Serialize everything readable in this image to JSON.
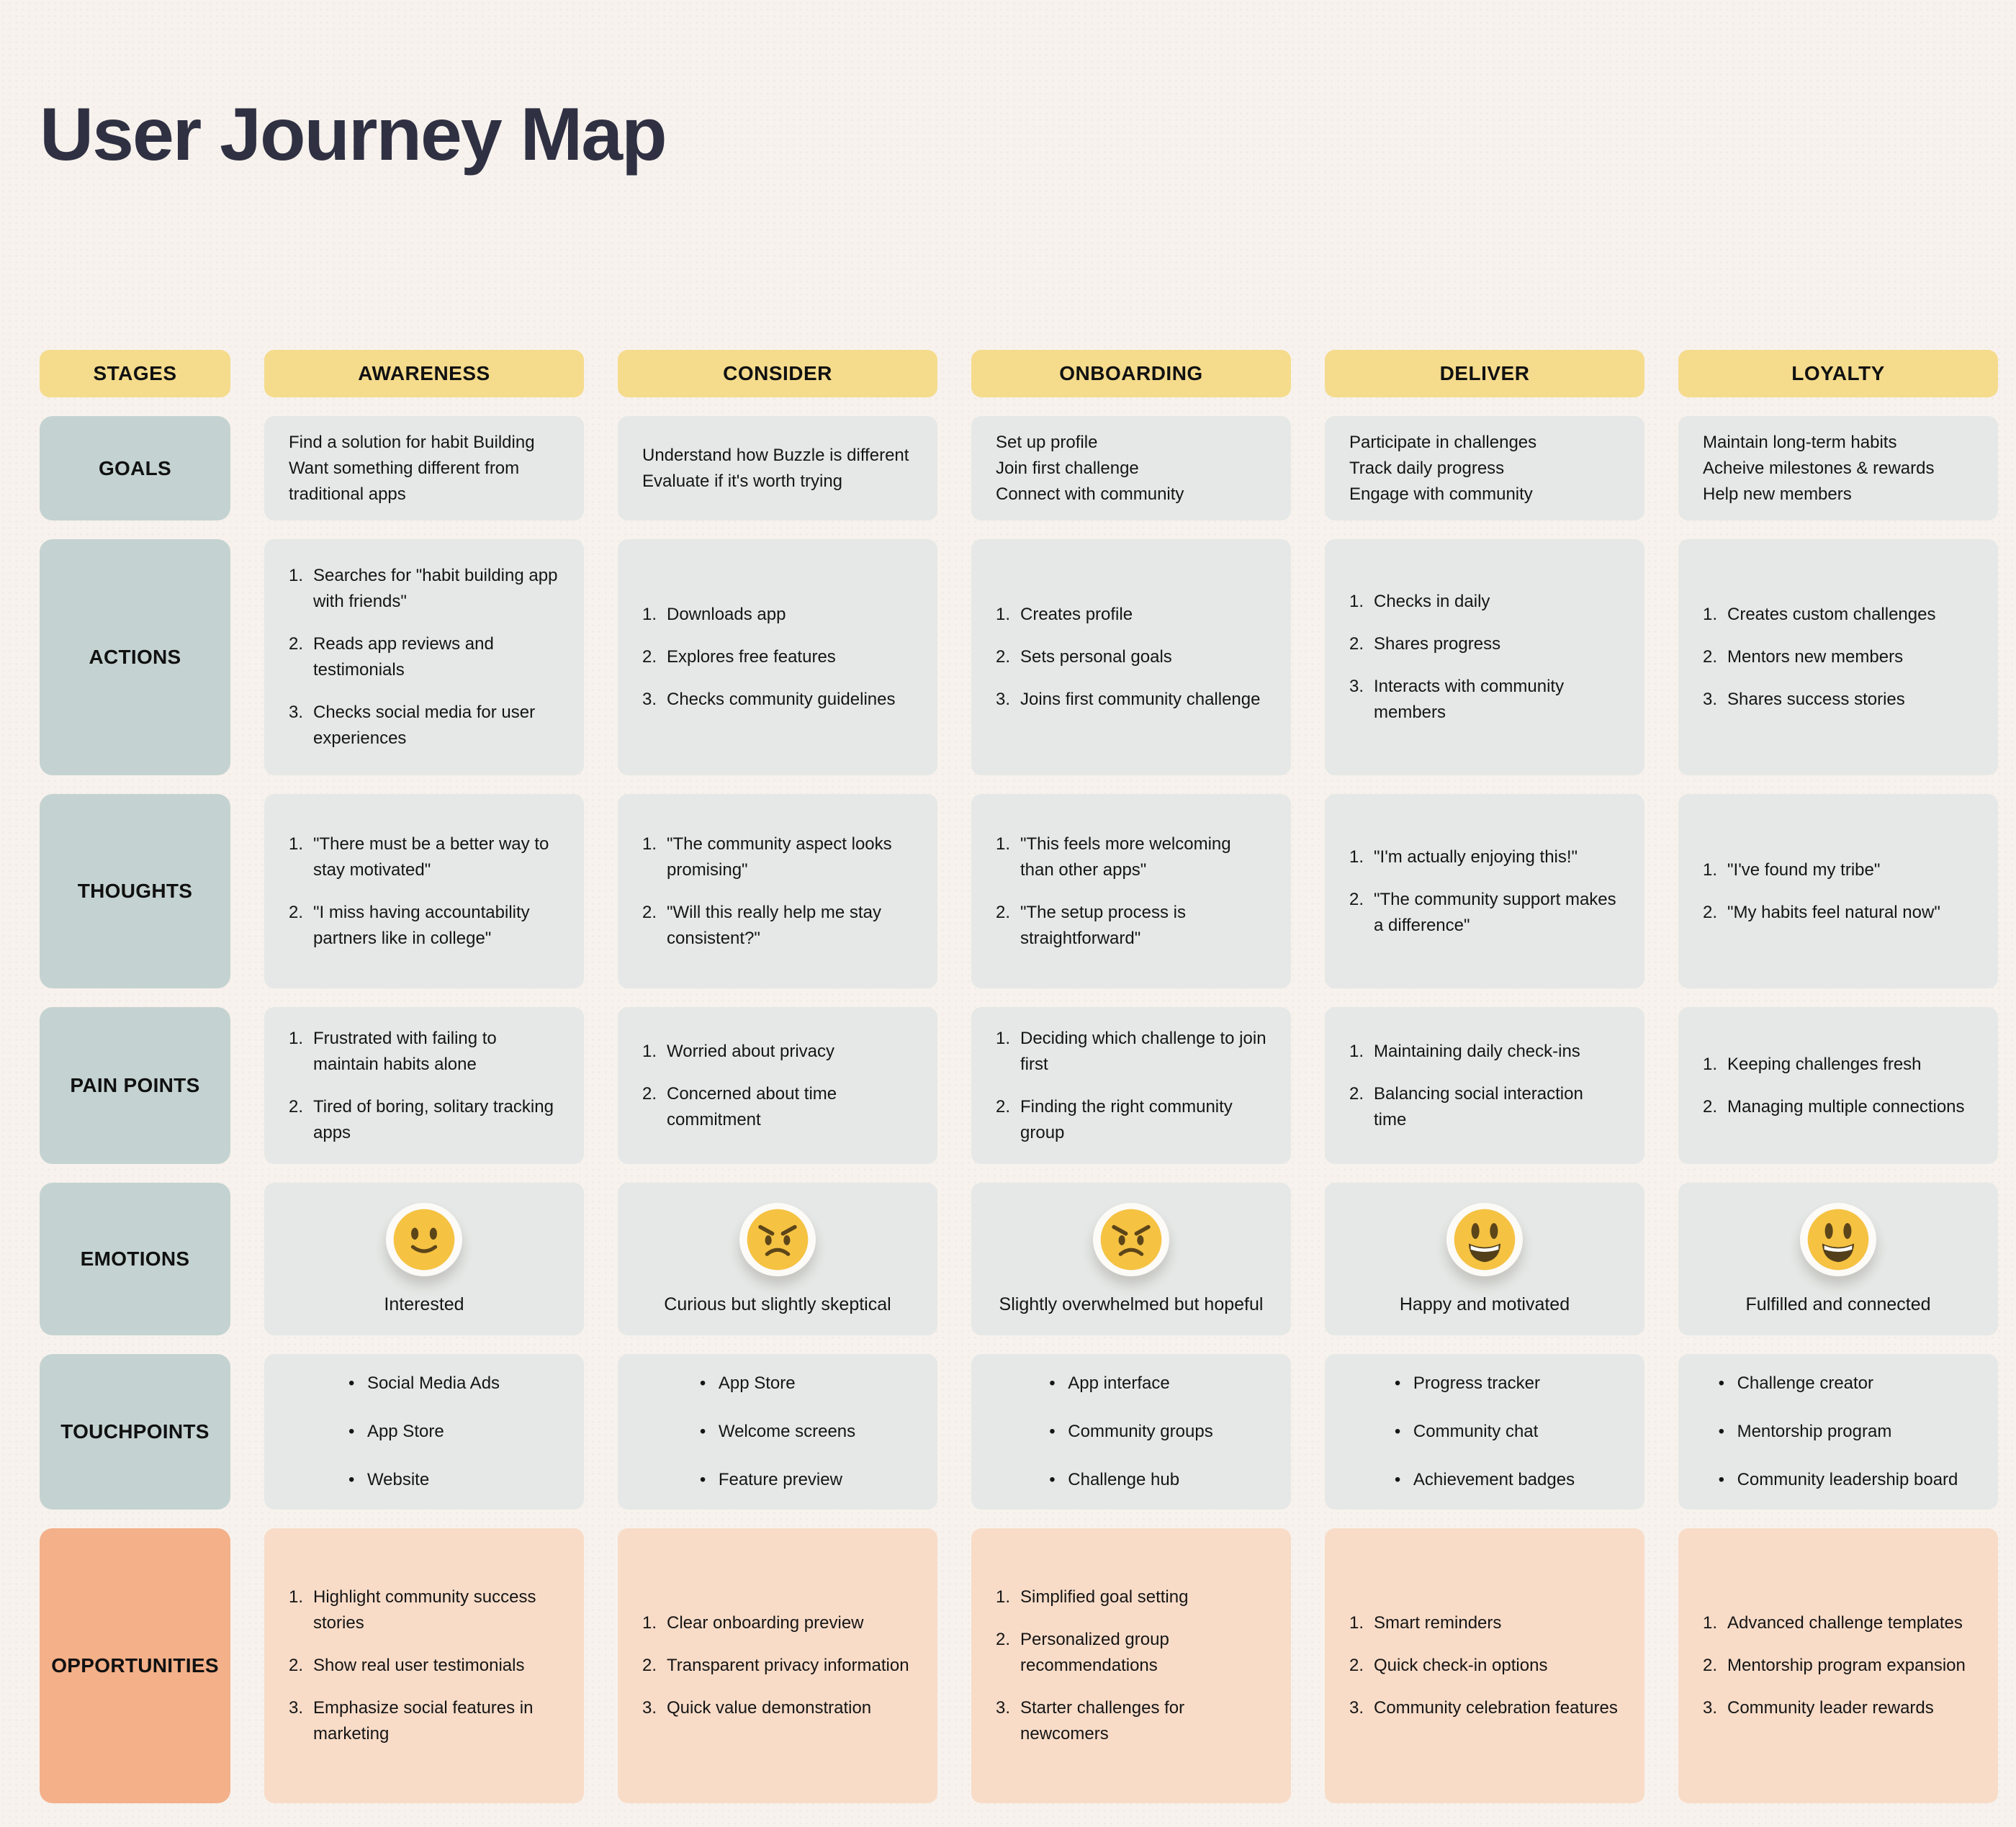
{
  "title": "User Journey Map",
  "columns": [
    "STAGES",
    "AWARENESS",
    "CONSIDER",
    "ONBOARDING",
    "DELIVER",
    "LOYALTY"
  ],
  "rows": [
    {
      "label": "GOALS",
      "type": "lines",
      "cells": [
        [
          "Find a solution for habit Building",
          "Want something different from traditional apps"
        ],
        [
          "Understand how Buzzle is different",
          "Evaluate if it's worth trying"
        ],
        [
          "Set up profile",
          "Join first challenge",
          "Connect with community"
        ],
        [
          "Participate in challenges",
          "Track daily progress",
          "Engage with community"
        ],
        [
          "Maintain long-term habits",
          "Acheive milestones & rewards",
          "Help new members"
        ]
      ]
    },
    {
      "label": "ACTIONS",
      "type": "numbered",
      "cells": [
        [
          "Searches for \"habit building app with friends\"",
          "Reads app reviews and testimonials",
          "Checks social media for user experiences"
        ],
        [
          "Downloads app",
          "Explores free features",
          "Checks community guidelines"
        ],
        [
          "Creates profile",
          "Sets personal goals",
          "Joins first community challenge"
        ],
        [
          "Checks in daily",
          "Shares progress",
          "Interacts with community members"
        ],
        [
          "Creates custom challenges",
          "Mentors new members",
          "Shares success stories"
        ]
      ]
    },
    {
      "label": "THOUGHTS",
      "type": "numbered",
      "cells": [
        [
          "\"There must be a better way to stay motivated\"",
          "\"I miss having accountability partners like in college\""
        ],
        [
          "\"The community aspect looks promising\"",
          "\"Will this really help me stay consistent?\""
        ],
        [
          "\"This feels more welcoming than other apps\"",
          "\"The setup process is straightforward\""
        ],
        [
          "\"I'm actually enjoying this!\"",
          "\"The community support makes a difference\""
        ],
        [
          "\"I've found my tribe\"",
          "\"My habits feel natural now\""
        ]
      ]
    },
    {
      "label": "PAIN POINTS",
      "type": "numbered",
      "cells": [
        [
          "Frustrated with failing to maintain habits alone",
          "Tired of boring, solitary tracking apps"
        ],
        [
          "Worried about privacy",
          "Concerned about time commitment"
        ],
        [
          "Deciding which challenge to join first",
          "Finding the right community group"
        ],
        [
          "Maintaining daily check-ins",
          "Balancing social interaction time"
        ],
        [
          "Keeping challenges fresh",
          "Managing multiple connections"
        ]
      ]
    },
    {
      "label": "EMOTIONS",
      "type": "emotion",
      "cells": [
        {
          "emoji": "slightly-smiling-face",
          "label": "Interested"
        },
        {
          "emoji": "angry-face",
          "label": "Curious but slightly skeptical"
        },
        {
          "emoji": "angry-face",
          "label": "Slightly overwhelmed but hopeful"
        },
        {
          "emoji": "grinning-face",
          "label": "Happy and motivated"
        },
        {
          "emoji": "grinning-face",
          "label": "Fulfilled and connected"
        }
      ]
    },
    {
      "label": "TOUCHPOINTS",
      "type": "bulleted",
      "cells": [
        [
          "Social Media Ads",
          "App Store",
          "Website"
        ],
        [
          "App Store",
          "Welcome screens",
          "Feature preview"
        ],
        [
          "App interface",
          "Community groups",
          "Challenge hub"
        ],
        [
          "Progress tracker",
          "Community chat",
          "Achievement badges"
        ],
        [
          "Challenge creator",
          "Mentorship program",
          "Community leadership board"
        ]
      ]
    },
    {
      "label": "OPPORTUNITIES",
      "type": "numbered",
      "variant": "accent",
      "cells": [
        [
          "Highlight community success stories",
          "Show real user testimonials",
          "Emphasize social features in marketing"
        ],
        [
          "Clear onboarding preview",
          "Transparent privacy information",
          "Quick value demonstration"
        ],
        [
          "Simplified goal setting",
          "Personalized group recommendations",
          "Starter challenges for newcomers"
        ],
        [
          "Smart reminders",
          "Quick check-in options",
          "Community celebration features"
        ],
        [
          "Advanced challenge templates",
          "Mentorship program expansion",
          "Community leader rewards"
        ]
      ]
    }
  ],
  "colors": {
    "background": "#F7F2ED",
    "header": "#F5DB8C",
    "row_label": "#C4D3D1",
    "cell": "#E5E8E6",
    "accent_label": "#F3B089",
    "accent_cell": "#F8DCC8",
    "title_text": "#2F3042",
    "emoji_face": "#F5C242"
  }
}
